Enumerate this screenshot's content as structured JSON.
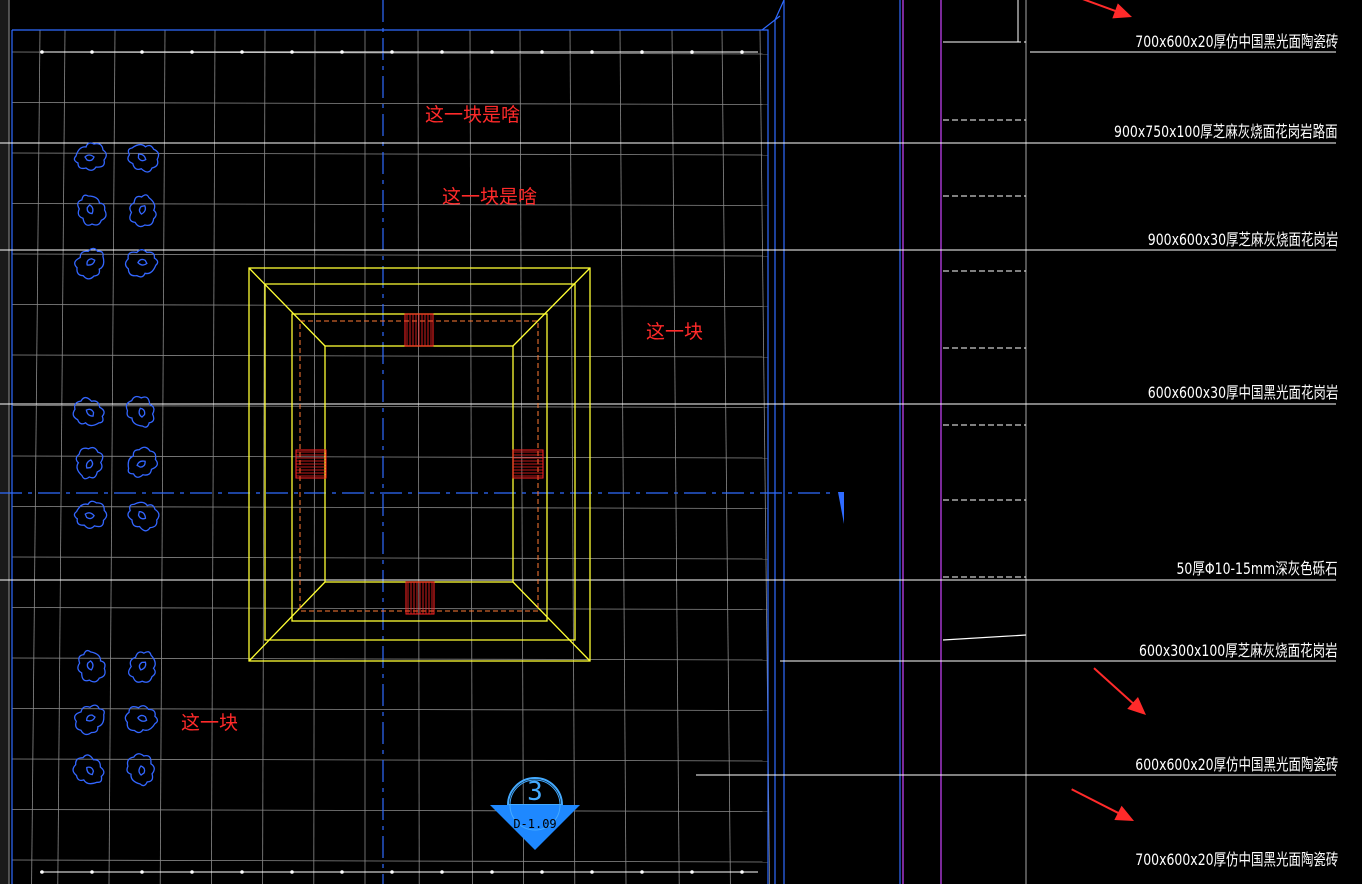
{
  "drawing": {
    "annotations": [
      {
        "id": "note-1",
        "text": "这一块是啥"
      },
      {
        "id": "note-2",
        "text": "这一块是啥"
      },
      {
        "id": "note-3",
        "text": "这一块"
      },
      {
        "id": "note-4",
        "text": "这一块"
      }
    ],
    "material_labels": [
      "700x600x20厚仿中国黑光面陶瓷砖",
      "900x750x100厚芝麻灰烧面花岗岩路面",
      "900x600x30厚芝麻灰烧面花岗岩",
      "600x600x30厚中国黑光面花岗岩",
      "50厚Φ10-15mm深灰色砾石",
      "600x300x100厚芝麻灰烧面花岗岩",
      "600x600x20厚仿中国黑光面陶瓷砖",
      "700x600x20厚仿中国黑光面陶瓷砖"
    ],
    "section_callout": {
      "number": "3",
      "sheet": "D-1.09"
    },
    "colors": {
      "background": "#000000",
      "grid": "#8a8a8a",
      "blue_line": "#2f6bff",
      "yellow_line": "#ffff33",
      "magenta_line": "#cc44ff",
      "red_hatch": "#ff2222",
      "annotation": "#ff2a2a",
      "white_line": "#ffffff",
      "plant_symbol": "#3366ff"
    }
  }
}
